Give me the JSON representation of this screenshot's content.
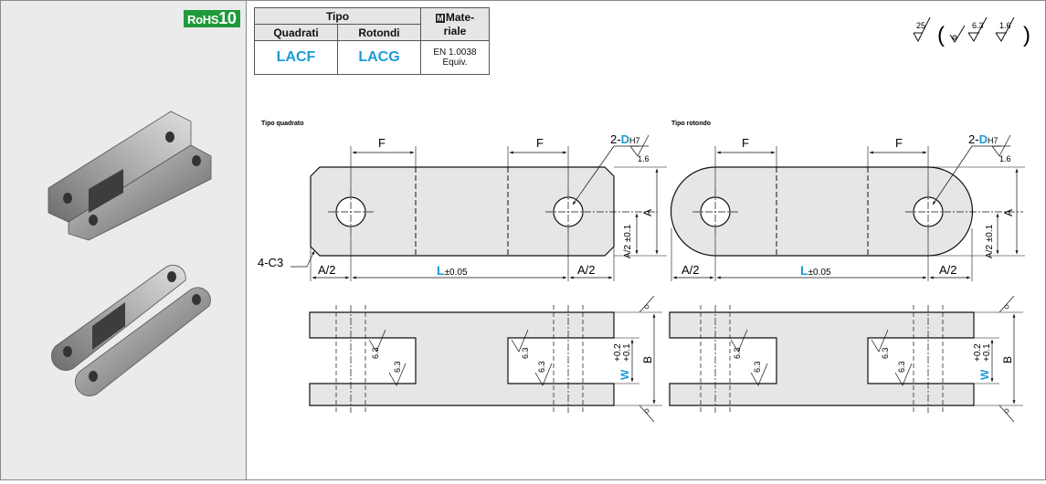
{
  "badge": {
    "prefix": "RoHS",
    "number": "10"
  },
  "spec_table": {
    "type_header": "Tipo",
    "square_header": "Quadrati",
    "round_header": "Rotondi",
    "material_symbol": "M",
    "material_header_1": "Mate-",
    "material_header_2": "riale",
    "square_code": "LACF",
    "round_code": "LACG",
    "material_value_1": "EN 1.0038",
    "material_value_2": "Equiv."
  },
  "roughness": {
    "general": "25",
    "symbol_1": "6.3",
    "symbol_2": "1.6"
  },
  "square_view": {
    "title": "Tipo quadrato",
    "hole_label_prefix": "2-",
    "hole_label_d": "D",
    "hole_tolerance": "H7",
    "hole_roughness": "1.6",
    "chamfer": "4-C3"
  },
  "round_view": {
    "title": "Tipo rotondo",
    "hole_label_prefix": "2-",
    "hole_label_d": "D",
    "hole_tolerance": "H7",
    "hole_roughness": "1.6"
  },
  "dims": {
    "f": "F",
    "a": "A",
    "a_half": "A/2",
    "a_half_tol": "A/2 ±0.1",
    "l": "L",
    "l_tol": "±0.05",
    "b": "B",
    "w": "W",
    "w_tol_upper": "+0.2",
    "w_tol_lower": "+0.1",
    "slot_roughness": "6.3"
  },
  "colors": {
    "accent": "#1a9bd8",
    "rohs_green": "#1e9a3b",
    "part_fill": "#e6e6e6"
  }
}
